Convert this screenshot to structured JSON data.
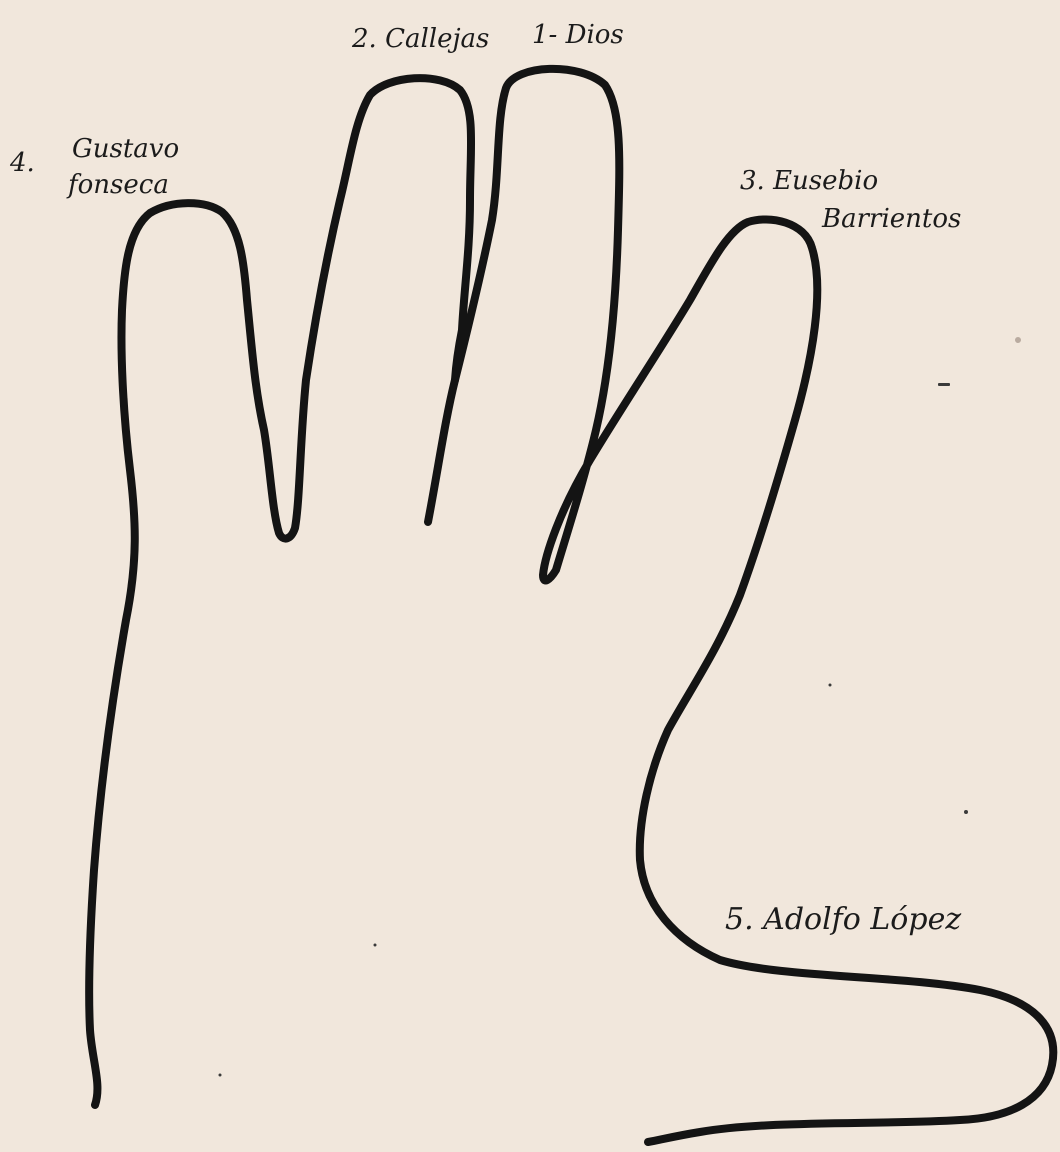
{
  "labels": {
    "finger_1": "1- Dios",
    "finger_2": "2. Callejas",
    "finger_3_line1": "3. Eusebio",
    "finger_3_line2": "Barrientos",
    "finger_4_number": "4.",
    "finger_4_line1": "Gustavo",
    "finger_4_line2": "fonseca",
    "finger_5": "5. Adolfo López"
  },
  "colors": {
    "paper": "#f1e7dc",
    "ink": "#141414"
  }
}
